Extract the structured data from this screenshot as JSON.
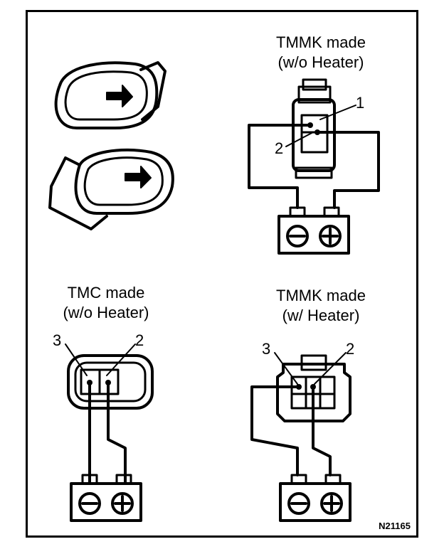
{
  "figure_code": "N21165",
  "diagrams": {
    "tmmk_wo_heater": {
      "line1": "TMMK made",
      "line2": "(w/o Heater)",
      "pin_a": "1",
      "pin_b": "2"
    },
    "tmc_wo_heater": {
      "line1": "TMC made",
      "line2": "(w/o Heater)",
      "pin_a": "3",
      "pin_b": "2"
    },
    "tmmk_w_heater": {
      "line1": "TMMK made",
      "line2": "(w/ Heater)",
      "pin_a": "3",
      "pin_b": "2"
    }
  },
  "battery_terminals": {
    "negative": "minus-symbol",
    "positive": "plus-symbol"
  },
  "colors": {
    "ink": "#000000",
    "background": "#ffffff"
  }
}
